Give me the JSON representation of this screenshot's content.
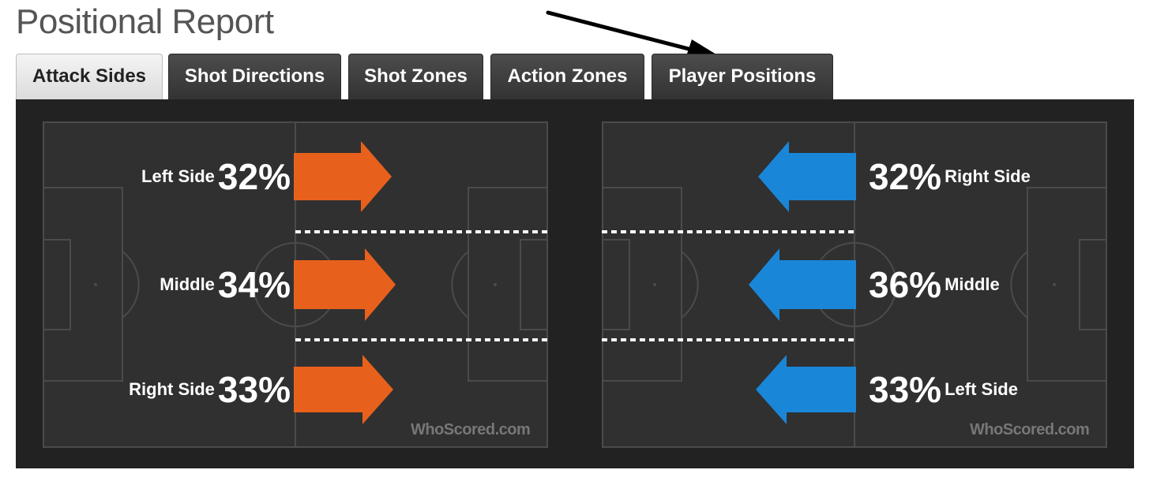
{
  "page_title": "Positional Report",
  "tabs": [
    {
      "label": "Attack Sides",
      "active": true
    },
    {
      "label": "Shot Directions",
      "active": false
    },
    {
      "label": "Shot Zones",
      "active": false
    },
    {
      "label": "Action Zones",
      "active": false
    },
    {
      "label": "Player Positions",
      "active": false
    }
  ],
  "home": {
    "color": "#e8611c",
    "rows": [
      {
        "label": "Left Side",
        "value": "32%"
      },
      {
        "label": "Middle",
        "value": "34%"
      },
      {
        "label": "Right Side",
        "value": "33%"
      }
    ]
  },
  "away": {
    "color": "#1a86d8",
    "rows": [
      {
        "label": "Right Side",
        "value": "32%"
      },
      {
        "label": "Middle",
        "value": "36%"
      },
      {
        "label": "Left Side",
        "value": "33%"
      }
    ]
  },
  "watermark": "WhoScored.com",
  "annotation": {
    "points_to": "Player Positions",
    "icon": "annotation-arrow-icon"
  }
}
